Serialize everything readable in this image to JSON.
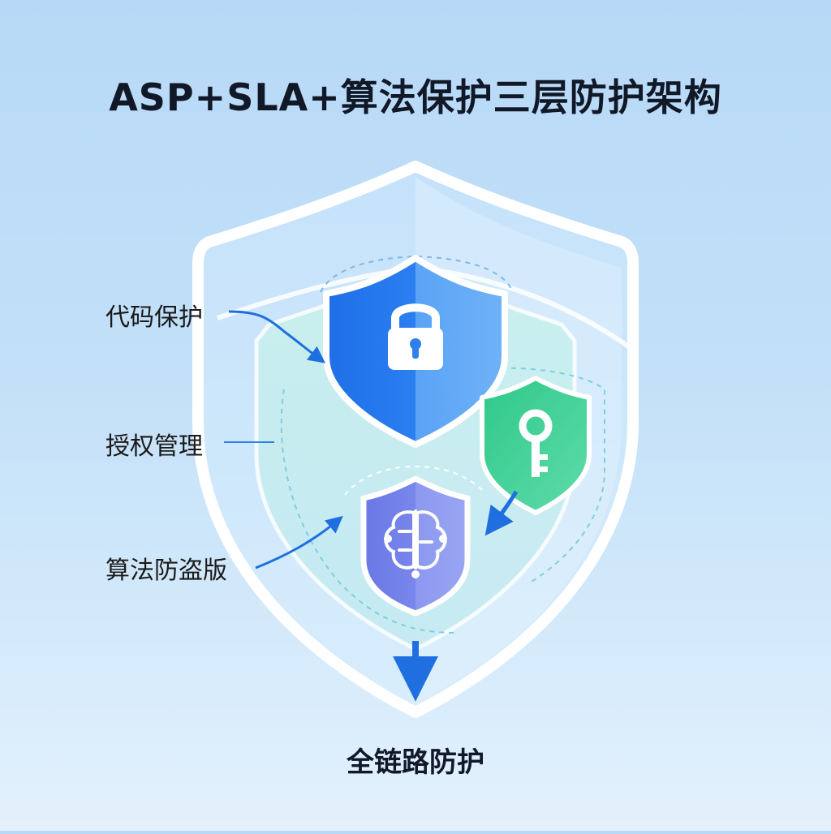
{
  "title": "ASP+SLA+算法保护三层防护架构",
  "layers": {
    "code": {
      "label": "代码保护",
      "icon": "lock-icon",
      "color": "#2f80ed"
    },
    "auth": {
      "label": "授权管理",
      "icon": "key-icon",
      "color": "#3ecf8e"
    },
    "algo": {
      "label": "算法防盗版",
      "icon": "brain-circuit-icon",
      "color": "#6f7ee8"
    }
  },
  "footer": {
    "label": "全链路防护"
  },
  "colors": {
    "background": "#c3e0f8",
    "arrow": "#1f6fe0",
    "outer_shield": "#ffffff"
  }
}
